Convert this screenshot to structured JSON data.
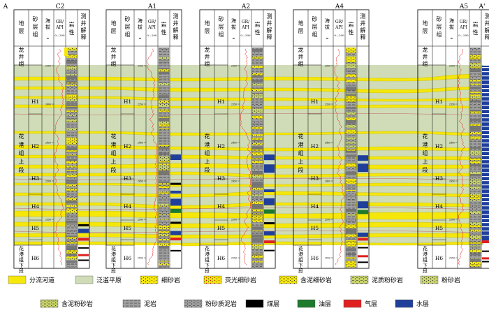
{
  "section_ends": {
    "left": "A",
    "right": "A'"
  },
  "column_headers": {
    "strata": "地层",
    "sand_group": "砂层组",
    "elevation": "海拔",
    "elevation_unit": "m",
    "gr": "GR/API",
    "gr_range": "0—200",
    "lithology": "岩性",
    "log_interp": "测井解释"
  },
  "wells": [
    {
      "name": "C2",
      "depth_ticks": [
        "2350",
        "2400",
        "2450",
        "2500",
        "2550"
      ]
    },
    {
      "name": "A1",
      "depth_ticks": [
        "2300",
        "2350",
        "2400",
        "2450",
        "2500",
        "2550"
      ]
    },
    {
      "name": "A2",
      "depth_ticks": [
        "2300",
        "2350",
        "2400",
        "2450",
        "2500",
        "2550"
      ]
    },
    {
      "name": "A4",
      "depth_ticks": [
        "2300",
        "2350",
        "2400",
        "2450",
        "2500",
        "2550"
      ]
    },
    {
      "name": "A5",
      "depth_ticks": [
        "2300",
        "2350",
        "2400",
        "2450",
        "2500",
        "2550"
      ]
    }
  ],
  "formations": {
    "longjing": "龙井组",
    "huagang_upper": "花港组上段",
    "huagang_lower": "花港组下段"
  },
  "sand_groups": [
    "H1",
    "H2",
    "H3",
    "H4",
    "H5",
    "H6"
  ],
  "legend": [
    {
      "label": "分流河道",
      "color": "#f5e70a",
      "pattern": "solid"
    },
    {
      "label": "泛滥平原",
      "color": "#cfdcb7",
      "pattern": "solid"
    },
    {
      "label": "细砂岩",
      "color": "#f5e70a",
      "pattern": "dots"
    },
    {
      "label": "荧光细砂岩",
      "color": "#f5e70a",
      "pattern": "dots-red"
    },
    {
      "label": "含泥细砂岩",
      "color": "#f5e70a",
      "pattern": "dots-dash"
    },
    {
      "label": "泥质粉砂岩",
      "color": "#c8d46a",
      "pattern": "dash-dots"
    },
    {
      "label": "粉砂岩",
      "color": "#c8d46a",
      "pattern": "dots"
    },
    {
      "label": "含泥粉砂岩",
      "color": "#c8d46a",
      "pattern": "dots-dash"
    },
    {
      "label": "泥岩",
      "color": "#9a9a9a",
      "pattern": "dash"
    },
    {
      "label": "粉砂质泥岩",
      "color": "#9a9a9a",
      "pattern": "dash-dots"
    },
    {
      "label": "煤层",
      "color": "#000000",
      "pattern": "solid"
    },
    {
      "label": "油层",
      "color": "#1e7a2c",
      "pattern": "solid"
    },
    {
      "label": "气层",
      "color": "#e02020",
      "pattern": "solid"
    },
    {
      "label": "水层",
      "color": "#1f3f9a",
      "pattern": "solid"
    }
  ],
  "colors": {
    "channel": "#f5e70a",
    "floodplain": "#cfdcb7",
    "gr_curve": "#e41a1a",
    "shale": "#8c8c8c",
    "oil": "#1e7a2c",
    "gas": "#e02020",
    "water": "#1f3f9a",
    "coal": "#000000"
  }
}
